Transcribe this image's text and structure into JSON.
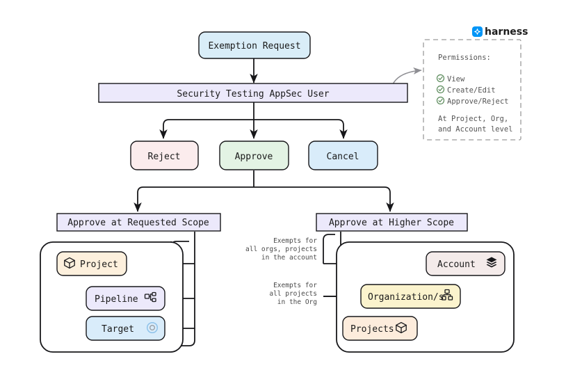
{
  "brand": {
    "name": "harness",
    "logo_icon": "harness-logo-icon",
    "accent_color": "#0095f7"
  },
  "flow": {
    "start": {
      "label": "Exemption Request",
      "fill": "#d9edf8",
      "shape": "rounded"
    },
    "actor": {
      "label": "Security Testing AppSec User",
      "fill": "#ece9fb",
      "shape": "rect"
    },
    "decisions": [
      {
        "label": "Reject",
        "fill": "#fbeced",
        "name": "reject-node"
      },
      {
        "label": "Approve",
        "fill": "#e3f3e4",
        "name": "approve-node"
      },
      {
        "label": "Cancel",
        "fill": "#d9ecfa",
        "name": "cancel-node"
      }
    ],
    "scopes": [
      {
        "label": "Approve at Requested Scope",
        "fill": "#ece9fb",
        "name": "requested-scope-header"
      },
      {
        "label": "Approve at Higher Scope",
        "fill": "#ece9fb",
        "name": "higher-scope-header"
      }
    ]
  },
  "requested_scope": {
    "nodes": [
      {
        "label": "Project",
        "fill": "#fdf0dd",
        "icon": "cube-icon",
        "icon_side": "left"
      },
      {
        "label": "Pipeline",
        "fill": "#ece9fb",
        "icon": "pipeline-icon",
        "icon_side": "right"
      },
      {
        "label": "Target",
        "fill": "#d9ecfa",
        "icon": "target-icon",
        "icon_side": "right"
      }
    ]
  },
  "higher_scope": {
    "nodes": [
      {
        "label": "Account",
        "fill": "#f4ebea",
        "icon": "layers-icon",
        "icon_side": "right"
      },
      {
        "label": "Organization/s",
        "fill": "#fbf3cd",
        "icon": "org-chart-icon",
        "icon_side": "right"
      },
      {
        "label": "Projects",
        "fill": "#fdecdc",
        "icon": "cube-icon",
        "icon_side": "right"
      }
    ],
    "annotations": [
      {
        "lines": [
          "Exempts for",
          "all orgs, projects",
          "in the account"
        ],
        "name": "account-exempt-note"
      },
      {
        "lines": [
          "Exempts for",
          "all projects",
          "in the Org"
        ],
        "name": "org-exempt-note"
      }
    ]
  },
  "permissions": {
    "title": "Permissions:",
    "items": [
      {
        "label": "View",
        "icon": "check-circle-icon"
      },
      {
        "label": "Create/Edit",
        "icon": "check-circle-icon"
      },
      {
        "label": "Approve/Reject",
        "icon": "check-circle-icon"
      }
    ],
    "footer_lines": [
      "At Project, Org,",
      "and Account level"
    ],
    "check_color": "#5a8a5a"
  }
}
